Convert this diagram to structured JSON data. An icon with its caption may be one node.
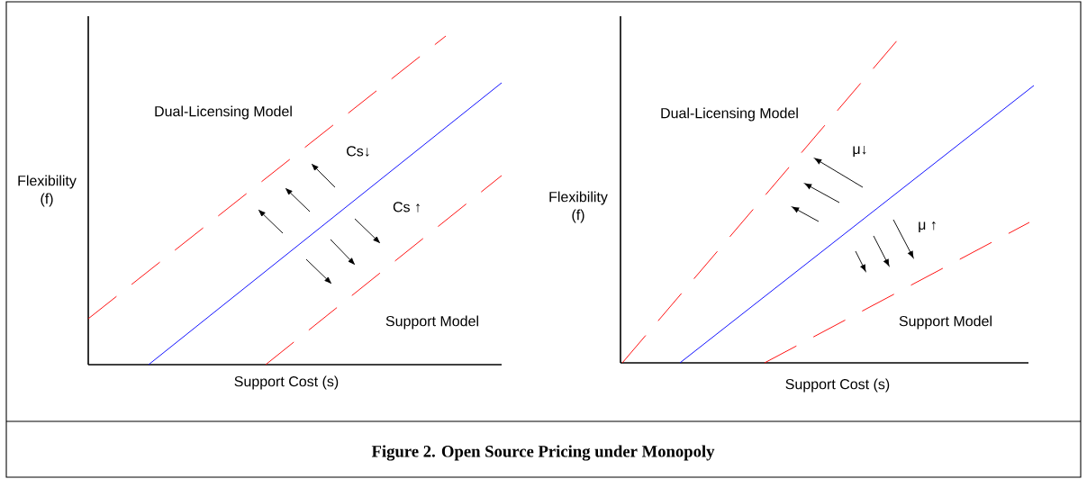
{
  "diagram": {
    "caption": "Figure 2.  Open Source Pricing under Monopoly",
    "labels": [
      "Dual-Licensing Model",
      "Cs↓",
      "Flexibility (f)",
      "Cs ↑",
      "Support Model",
      "Support Cost (s)",
      "Dual-Licensing Model",
      "μ↓",
      "Flexibility (f)",
      "μ ↑",
      "Support Model",
      "Support Cost (s)"
    ]
  }
}
